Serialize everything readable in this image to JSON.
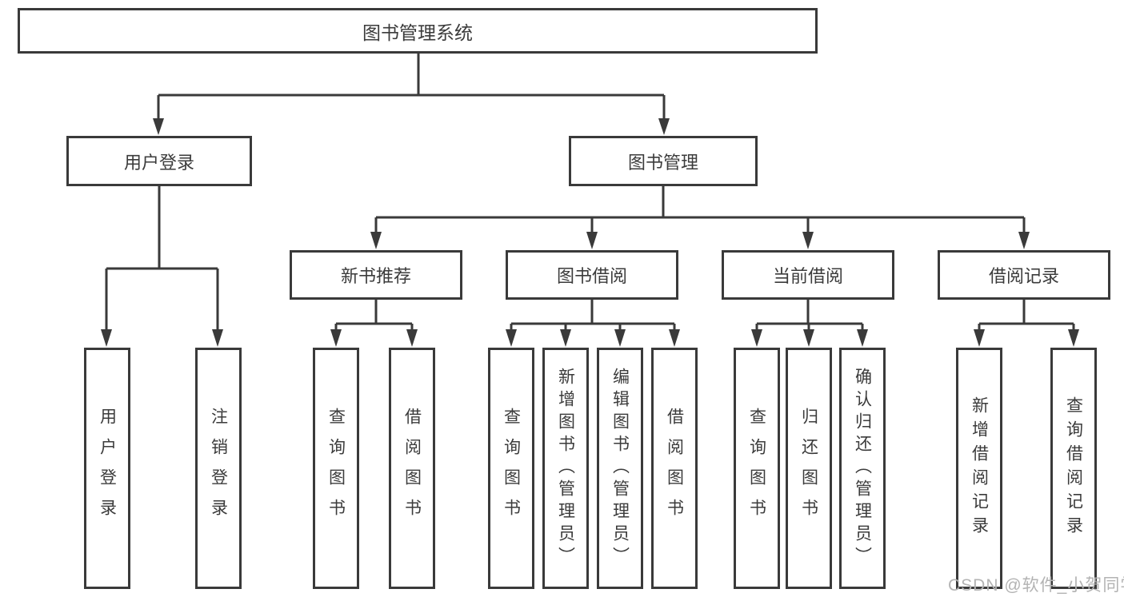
{
  "diagram": {
    "root": {
      "label": "图书管理系统"
    },
    "level2": [
      "用户登录",
      "图书管理"
    ],
    "level3": [
      "新书推荐",
      "图书借阅",
      "当前借阅",
      "借阅记录"
    ],
    "children": {
      "user_login": [
        "用户登录",
        "注销登录"
      ],
      "new_book": [
        "查询图书",
        "借阅图书"
      ],
      "book_borrow": [
        "查询图书",
        "新增图书（管理员）",
        "编辑图书（管理员）",
        "借阅图书"
      ],
      "current_borrow": [
        "查询图书",
        "归还图书",
        "确认归还（管理员）"
      ],
      "borrow_record": [
        "新增借阅记录",
        "查询借阅记录"
      ]
    },
    "watermark": "CSDN @软件_小贺同学",
    "colors": {
      "line": "#3a3a3a",
      "text": "#3b3b3b",
      "watermark": "#b3b3b3",
      "background": "#ffffff"
    }
  }
}
